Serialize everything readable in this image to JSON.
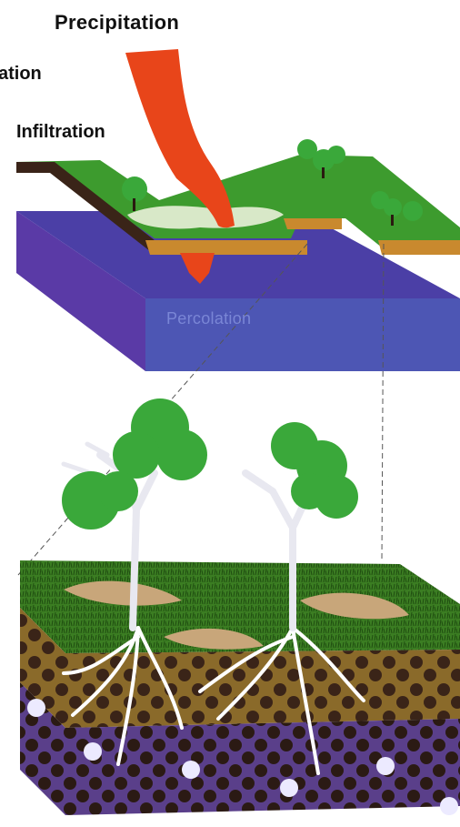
{
  "labels": {
    "precipitation": "Precipitation",
    "evaporation_partial": "ation",
    "infiltration": "Infiltration",
    "percolation": "Percolation"
  },
  "colors": {
    "precipitation_arrow": "#e8451a",
    "ground_surface": "#3d9b2e",
    "aquifer": "#4b3fa6",
    "aquifer_front": "#4d56b4",
    "tree_canopy": "#3aa83a",
    "soil_dark": "#3a2418",
    "root": "#ffffff"
  }
}
